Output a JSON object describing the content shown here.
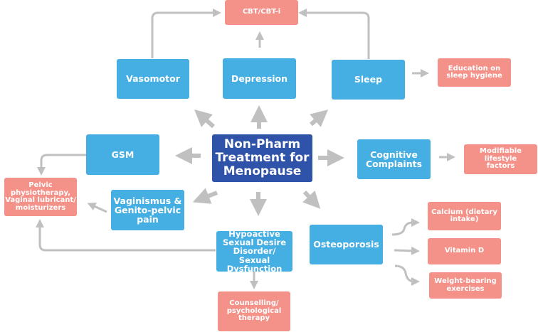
{
  "diagram": {
    "center": "Non-Pharm Treatment for Menopause",
    "symptoms": {
      "vasomotor": "Vasomotor",
      "depression": "Depression",
      "sleep": "Sleep",
      "gsm": "GSM",
      "cognitive": "Cognitive Complaints",
      "vaginismus": "Vaginismus & Genito-pelvic pain",
      "hsdd": "Hypoactive Sexual Desire Disorder/ Sexual Dysfunction",
      "osteoporosis": "Osteoporosis"
    },
    "treatments": {
      "cbt": "CBT/CBT-i",
      "sleep_hygiene": "Education on sleep hygiene",
      "lifestyle": "Modifiable lifestyle factors",
      "pelvic": "Pelvic physiotherapy, Vaginal lubricant/ moisturizers",
      "counselling": "Counselling/ psychological therapy",
      "calcium": "Calcium (dietary intake)",
      "vitamin_d": "Vitamin D",
      "weight_bearing": "Weight-bearing exercises"
    },
    "colors": {
      "center": "#2f53a8",
      "symptom": "#45aee2",
      "treatment": "#f4928a",
      "arrow": "#c0c0c0"
    }
  }
}
